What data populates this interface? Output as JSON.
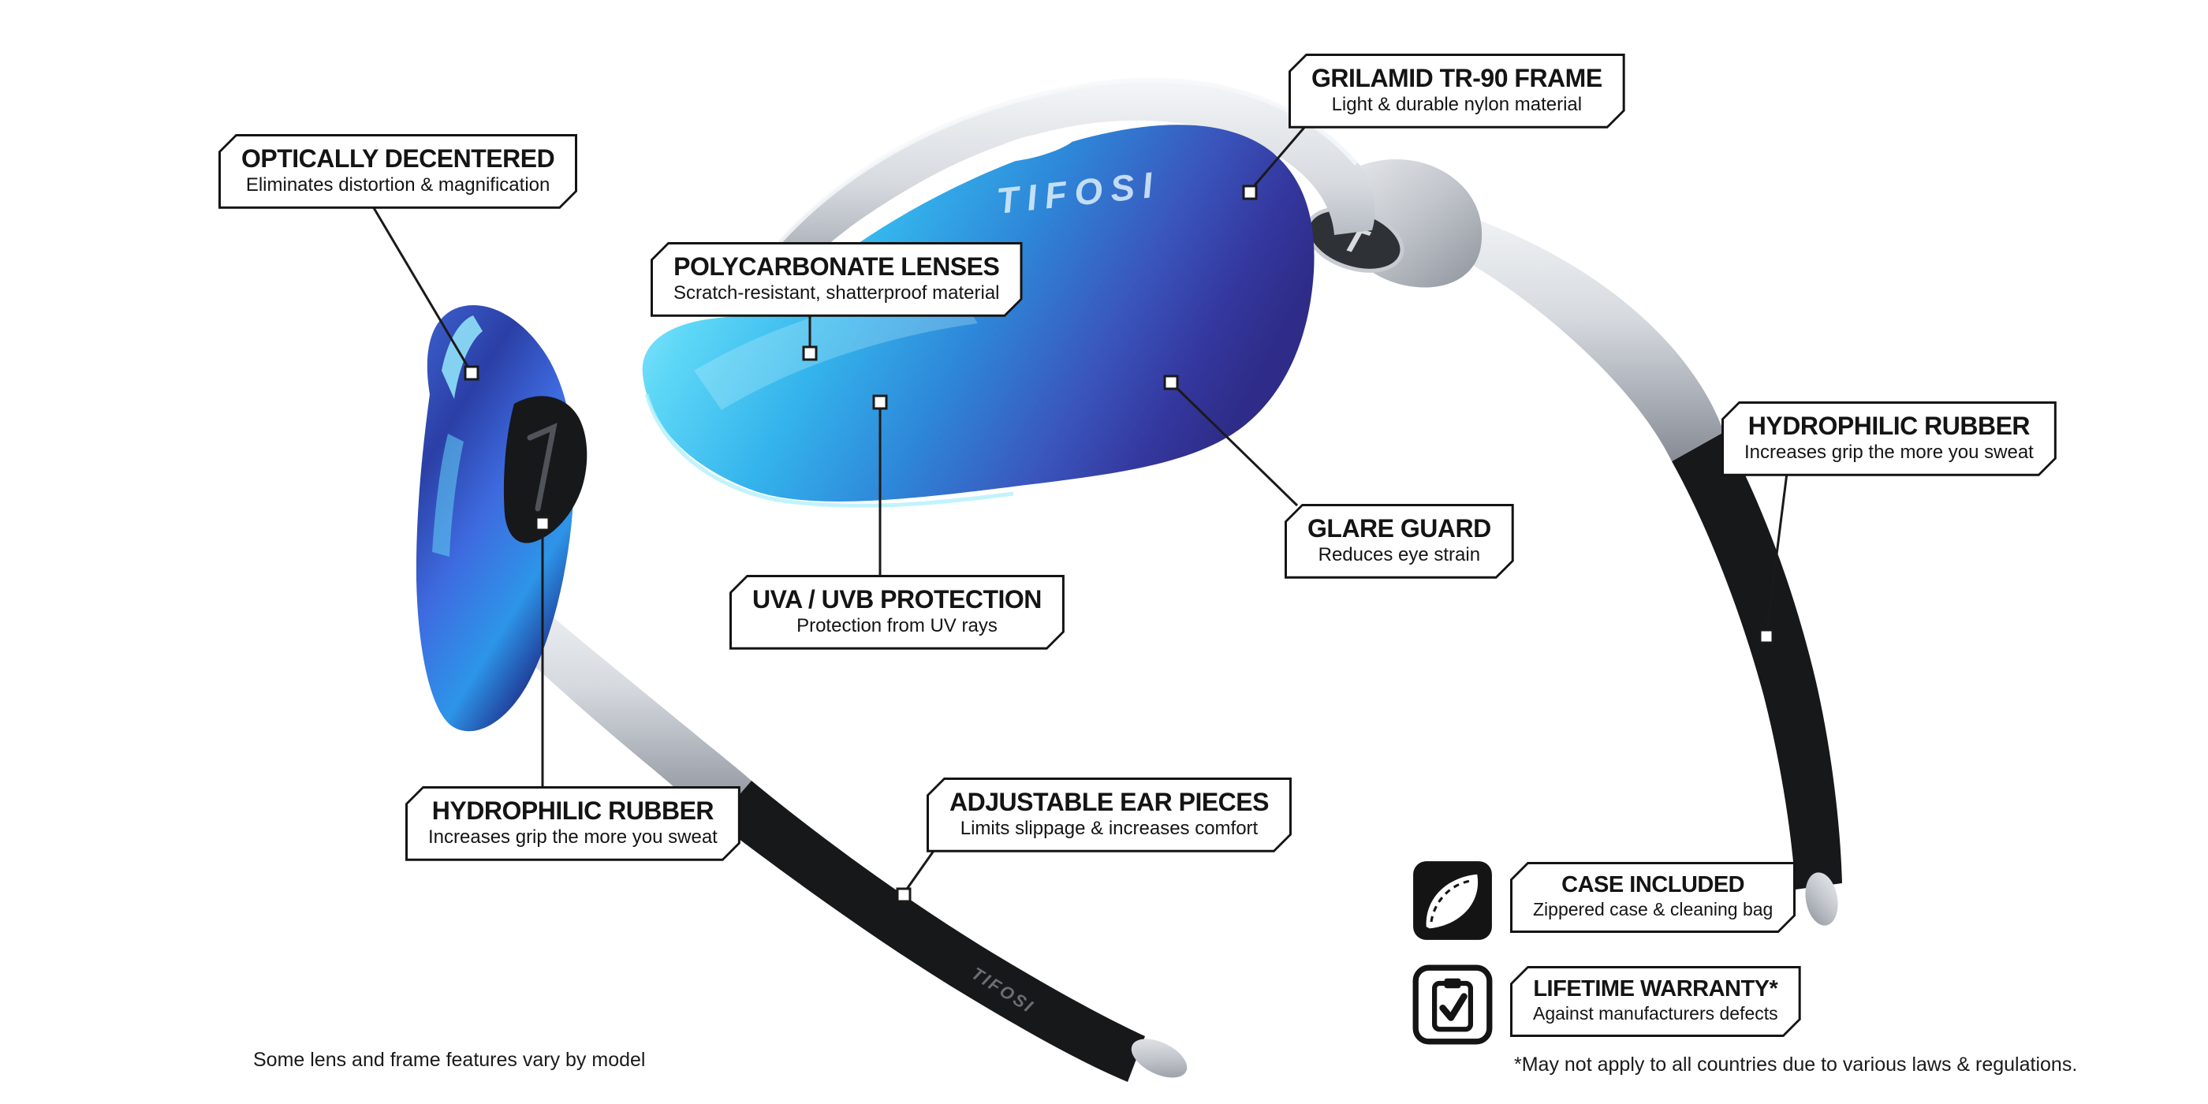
{
  "page": {
    "background": "#ffffff",
    "footnote_left": "Some lens and frame features vary by model",
    "footnote_right": "*May not apply to all countries due to various laws & regulations."
  },
  "brand": {
    "lens_logo": "TIFOSI",
    "temple_logo": "TIFOSI",
    "hinge_logo": "T"
  },
  "colors": {
    "callout_border": "#141414",
    "lens_cyan": "#5FD8F7",
    "lens_navy": "#2E2C88",
    "frame_silver": "#C9CDD3",
    "rubber_black": "#17181A"
  },
  "callouts": [
    {
      "id": "optically-decentered",
      "title": "OPTICALLY DECENTERED",
      "subtitle": "Eliminates distortion & magnification"
    },
    {
      "id": "grilamid-frame",
      "title": "GRILAMID TR-90 FRAME",
      "subtitle": "Light & durable nylon material"
    },
    {
      "id": "polycarbonate-lenses",
      "title": "POLYCARBONATE LENSES",
      "subtitle": "Scratch-resistant, shatterproof material"
    },
    {
      "id": "uva-uvb-protection",
      "title": "UVA / UVB PROTECTION",
      "subtitle": "Protection from UV rays"
    },
    {
      "id": "glare-guard",
      "title": "GLARE GUARD",
      "subtitle": "Reduces eye strain"
    },
    {
      "id": "hydrophilic-rubber-temple",
      "title": "HYDROPHILIC RUBBER",
      "subtitle": "Increases grip the more you sweat"
    },
    {
      "id": "hydrophilic-rubber-nose",
      "title": "HYDROPHILIC RUBBER",
      "subtitle": "Increases grip the more you sweat"
    },
    {
      "id": "adjustable-ear-pieces",
      "title": "ADJUSTABLE EAR PIECES",
      "subtitle": "Limits slippage & increases comfort"
    }
  ],
  "badges": [
    {
      "id": "case-included",
      "title": "CASE INCLUDED",
      "subtitle": "Zippered case & cleaning bag",
      "icon": "case-icon"
    },
    {
      "id": "lifetime-warranty",
      "title": "LIFETIME WARRANTY*",
      "subtitle": "Against manufacturers defects",
      "icon": "warranty-check-icon"
    }
  ]
}
